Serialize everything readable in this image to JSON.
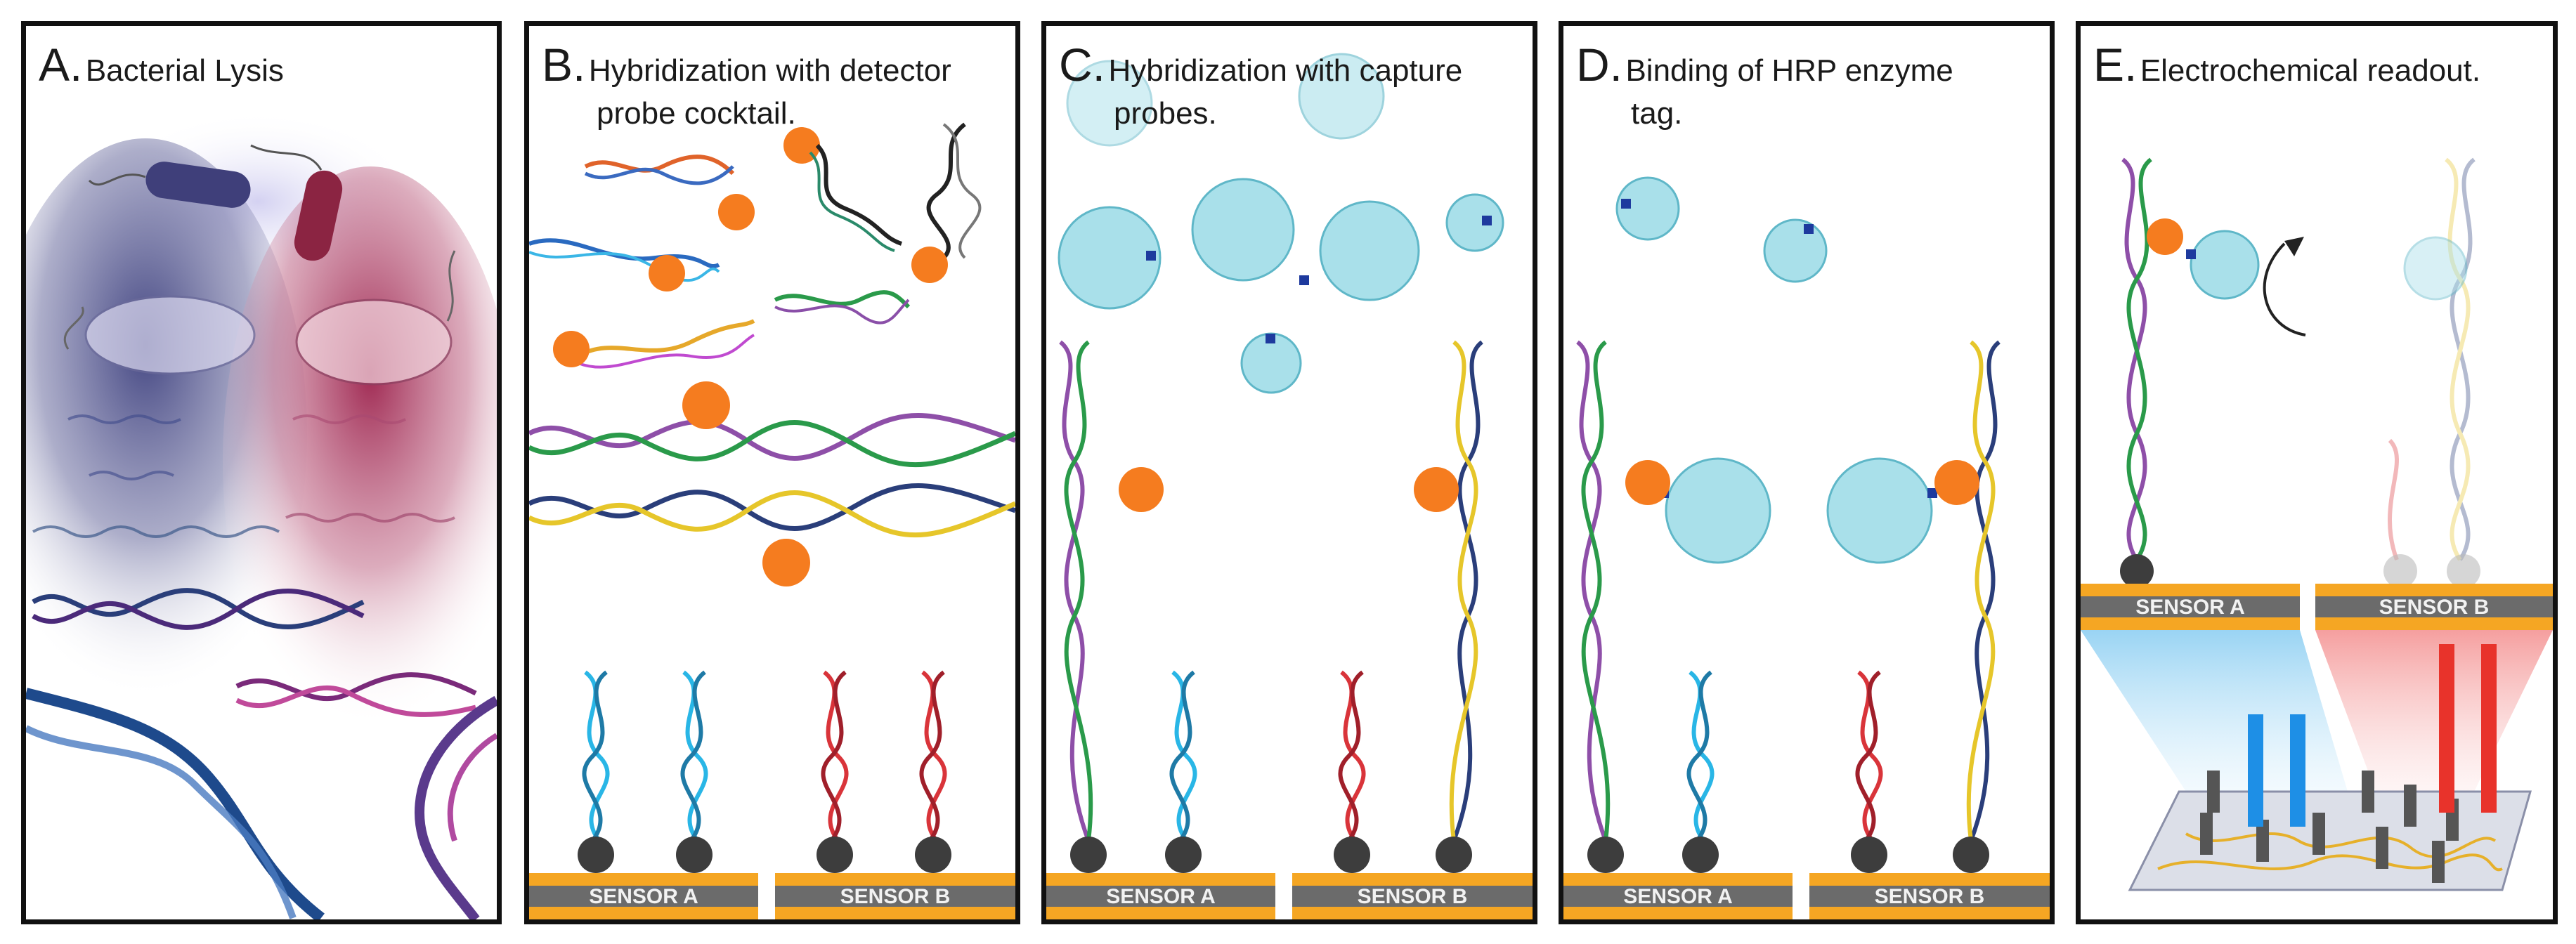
{
  "panels": [
    {
      "id": "A",
      "letter": "A.",
      "title": [
        "Bacterial Lysis"
      ]
    },
    {
      "id": "B",
      "letter": "B.",
      "title": [
        "Hybridization with detector",
        "probe cocktail."
      ]
    },
    {
      "id": "C",
      "letter": "C.",
      "title": [
        "Hybridization with capture",
        "probes."
      ]
    },
    {
      "id": "D",
      "letter": "D.",
      "title": [
        "Binding of HRP enzyme",
        "tag."
      ]
    },
    {
      "id": "E",
      "letter": "E.",
      "title": [
        "Electrochemical readout."
      ]
    }
  ],
  "sensors": {
    "a": "SENSOR A",
    "b": "SENSOR B"
  },
  "colors": {
    "sensor_gold": "#f5a623",
    "sensor_gray": "#6b6b6b",
    "cyan_strand": "#29b6e6",
    "red_strand": "#d9343a",
    "purple_strand": "#8e4fa8",
    "navy_strand": "#2a3e7a",
    "bead_orange": "#f57c1f",
    "hrp_blue": "#8fd3e0",
    "blue_signal": "#1e8fe6",
    "red_signal": "#e8332b",
    "blue_lysate": "#3a3d7c",
    "red_lysate": "#9b1f4a"
  },
  "icons": [
    "bacterium-icon",
    "dna-helix-icon",
    "gold-nanoparticle-icon",
    "hrp-enzyme-icon",
    "electrode-array-icon",
    "rotate-arrow-icon"
  ]
}
